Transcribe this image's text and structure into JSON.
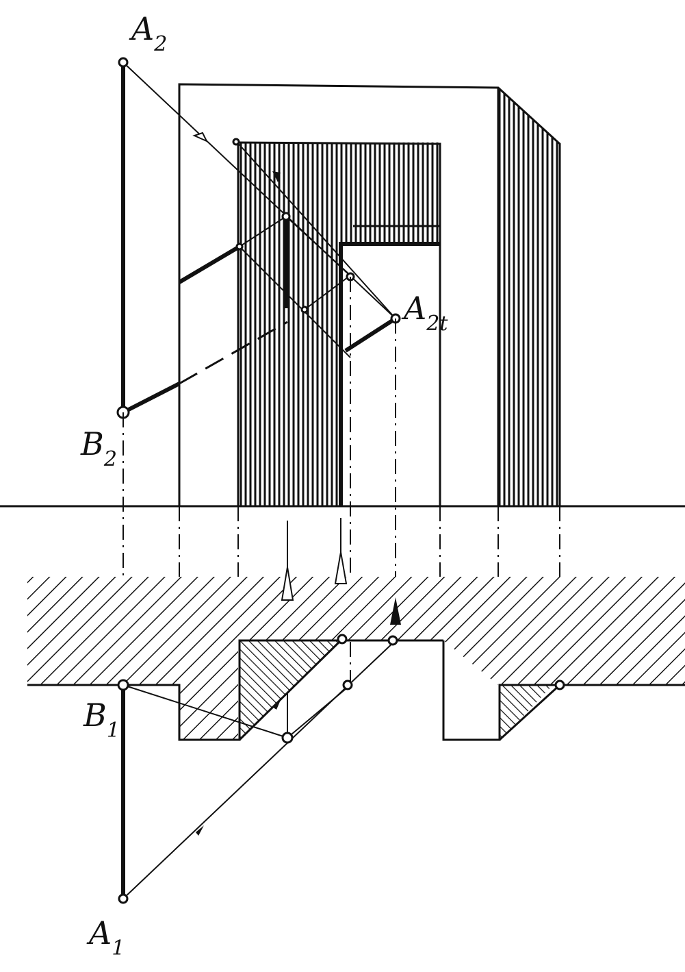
{
  "labels": {
    "a2": {
      "main": "A",
      "sub": "2"
    },
    "b2": {
      "main": "B",
      "sub": "2"
    },
    "a2t": {
      "main": "A",
      "sub": "2t"
    },
    "b1": {
      "main": "B",
      "sub": "1"
    },
    "a1": {
      "main": "A",
      "sub": "1"
    }
  },
  "colors": {
    "ink": "#111111",
    "paper": "#ffffff"
  }
}
